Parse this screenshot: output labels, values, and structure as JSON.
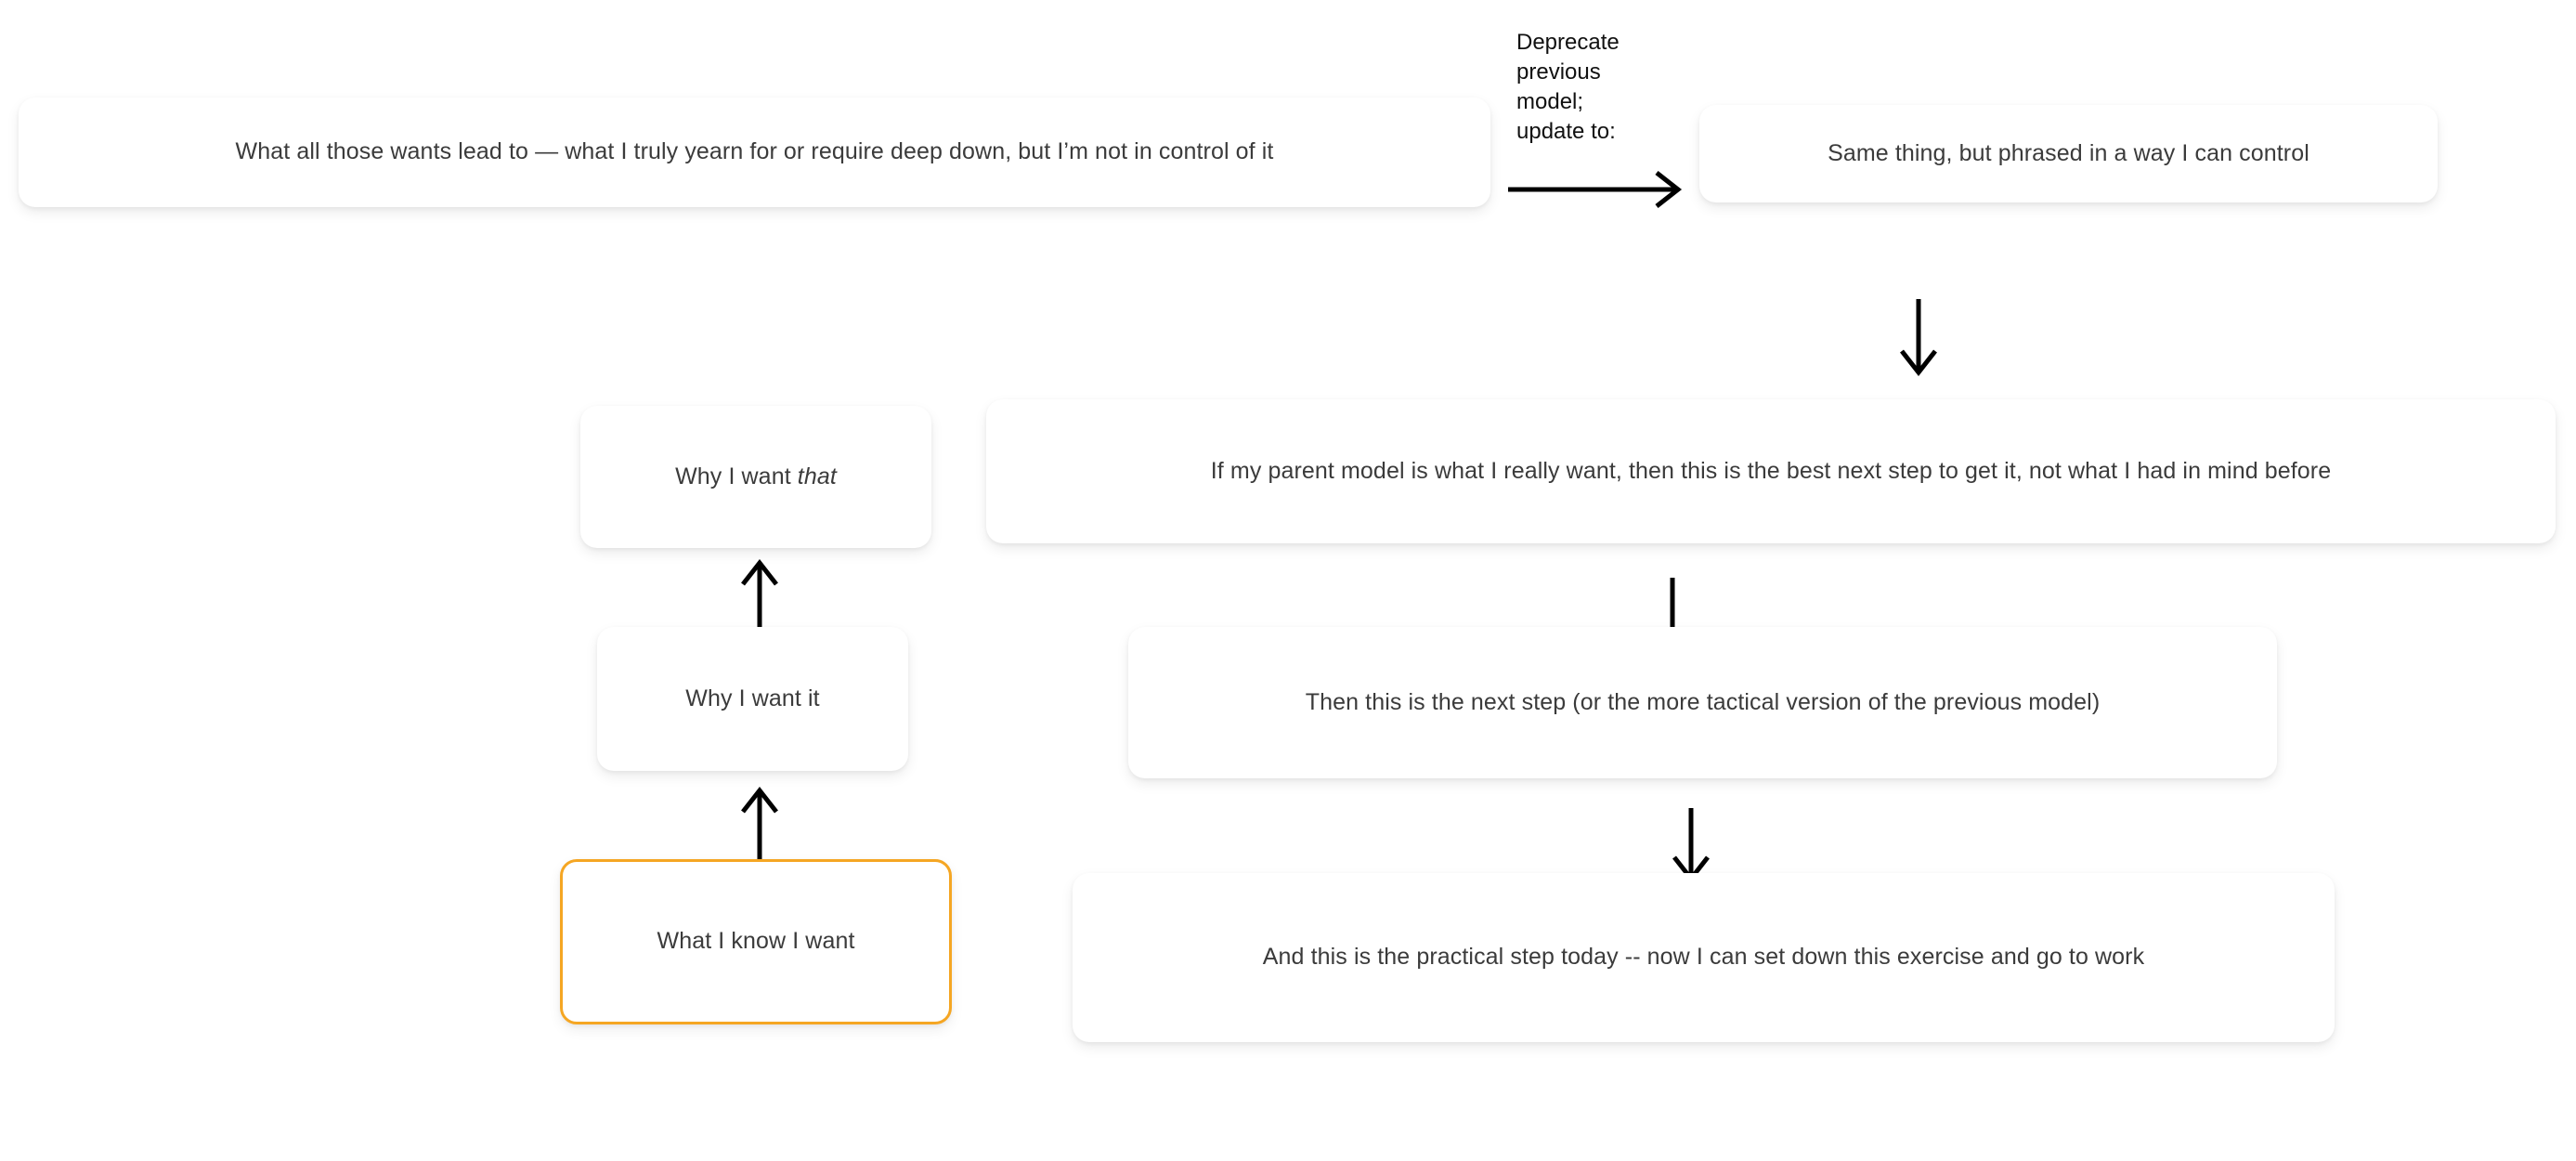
{
  "diagram": {
    "title": "Wants ladder / next-step reframing diagram",
    "background_color": "#ffffff",
    "text_color": "#3b3b3b",
    "highlight_color": "#f5a623",
    "arrow_color": "#000000"
  },
  "nodes": {
    "deep_want": {
      "text": "What all those wants lead to — what I truly yearn for or require deep down, but I’m not in control of it"
    },
    "controllable_restatement": {
      "text": "Same thing, but phrased in a way I can control"
    },
    "why_that": {
      "text_before": "Why I want ",
      "text_emphasis": "that",
      "text_after": ""
    },
    "why_it": {
      "text": "Why I want it"
    },
    "known_want": {
      "text": "What I know I want"
    },
    "best_next_step": {
      "text": "If my parent model is what I really want, then this is the best next step to get it, not what I had in mind before"
    },
    "tactical_step": {
      "text": "Then this is the next step (or the more tactical version of the previous model)"
    },
    "practical_step": {
      "text": "And this is the practical step today -- now I can set down this exercise and go to work"
    }
  },
  "edges": {
    "deprecate_caption": "Deprecate\nprevious\nmodel;\nupdate to:"
  }
}
